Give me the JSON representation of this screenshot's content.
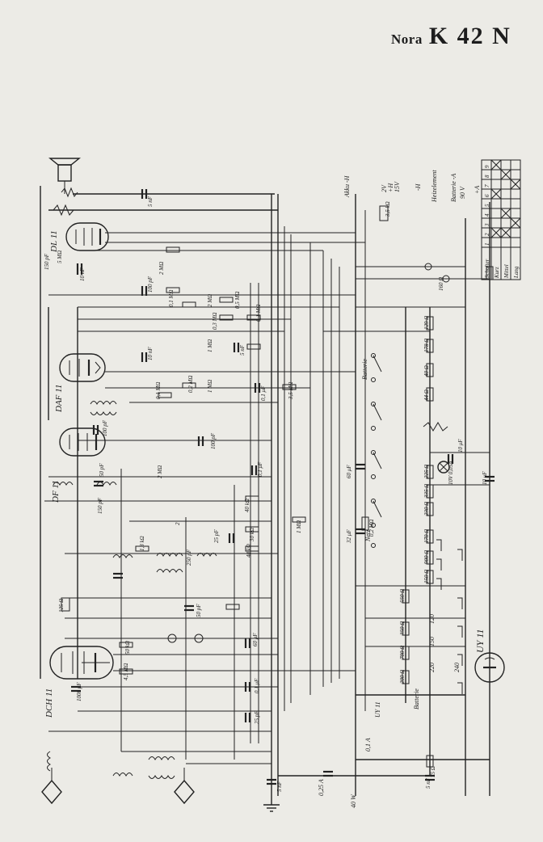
{
  "title": {
    "brand": "Nora",
    "model": "K 42 N"
  },
  "tubes": [
    "DCH 11",
    "DF 11",
    "DAF 11",
    "DL 11",
    "UY 11"
  ],
  "power_labels": [
    "Akku -H",
    "2V",
    "+H",
    "15V",
    "-H",
    "Heizelement",
    "Batterie -A",
    "90 V",
    "+A",
    "40 W",
    "0,25 A",
    "0,1 A",
    "UY 11"
  ],
  "switch_table": {
    "header": [
      "Schalter",
      "1",
      "2",
      "3",
      "4",
      "5",
      "6",
      "7",
      "8",
      "9"
    ],
    "rows": [
      "Kurz",
      "Mittel",
      "Lang"
    ]
  },
  "selector_labels": [
    "Batterie",
    "Netz",
    "Batterie",
    "220",
    "240",
    "150",
    "120"
  ],
  "component_labels": {
    "resistors": [
      "5 MΩ",
      "2 MΩ",
      "0,1 MΩ",
      "2 MΩ",
      "0,5 MΩ",
      "0,3 MΩ",
      "0,1 MΩ",
      "1 MΩ",
      "0,1 MΩ",
      "0,2 MΩ",
      "1 MΩ",
      "3,5 MΩ",
      "2 MΩ",
      "40 kΩ",
      "30 kΩ",
      "40 kΩ",
      "1 MΩ",
      "1,8 kΩ",
      "50 kΩ",
      "4,5 MΩ",
      "125 Ω",
      "3,5 kΩ",
      "160 Ω",
      "129 Ω",
      "178 Ω",
      "40 Ω",
      "44 Ω",
      "225 Ω",
      "335 Ω",
      "230 Ω",
      "170 Ω",
      "900 Ω",
      "150 Ω",
      "550 Ω",
      "350 Ω",
      "700 Ω",
      "200 Ω",
      "0,2 MΩ",
      "75 Ω"
    ],
    "capacitors": [
      "5 nF",
      "150 pF",
      "10 nF",
      "100 pF",
      "5 nF",
      "10 nF",
      "0,1 μF",
      "100 pF",
      "100 pF",
      "50 pF",
      "150 pF",
      "0,1 μF",
      "25 pF",
      "50 pF",
      "250 pF",
      "60 μF",
      "0,1 μF",
      "25 pF",
      "1000 pF",
      "5 nF",
      "60 μF",
      "32 μF",
      "10 μF",
      "10 μF",
      "5 nF"
    ],
    "misc": [
      "10V 0,05A",
      "2"
    ]
  }
}
